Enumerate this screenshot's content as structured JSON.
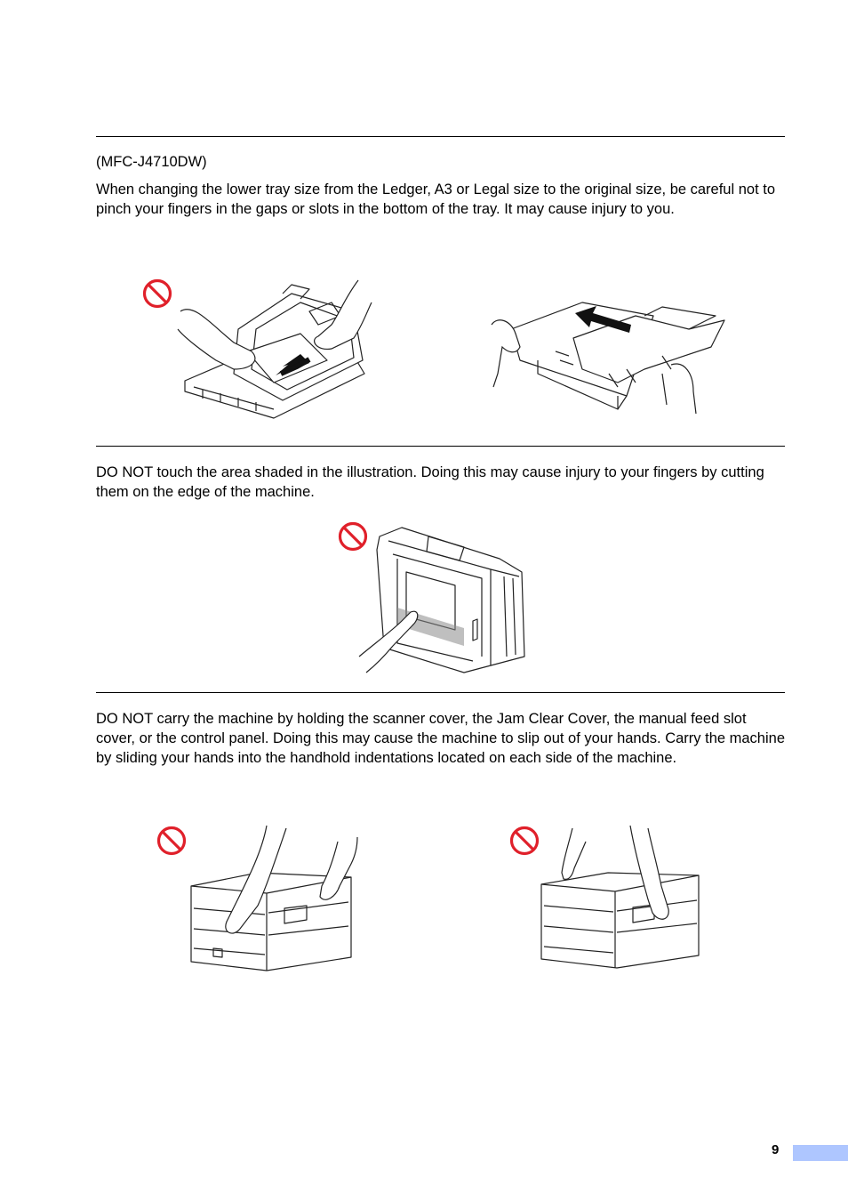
{
  "section1": {
    "model": "(MFC-J4710DW)",
    "text": "When changing the lower tray size from the Ledger, A3 or Legal size to the original size, be careful not to pinch your fingers in the gaps or slots in the bottom of the tray. It may cause injury to you."
  },
  "section2": {
    "text": "DO NOT touch the area shaded in the illustration. Doing this may cause injury to your fingers by cutting them on the edge of the machine."
  },
  "section3": {
    "text": "DO NOT carry the machine by holding the scanner cover, the Jam Clear Cover, the manual feed slot cover, or the control panel. Doing this may cause the machine to slip out of your hands. Carry the machine by sliding your hands into the handhold indentations located on each side of the machine."
  },
  "footer": {
    "page_number": "9",
    "tab_color": "#aec6ff"
  },
  "icons": {
    "prohibit": "prohibition-sign-icon",
    "prohibit_color": "#e0202a"
  }
}
